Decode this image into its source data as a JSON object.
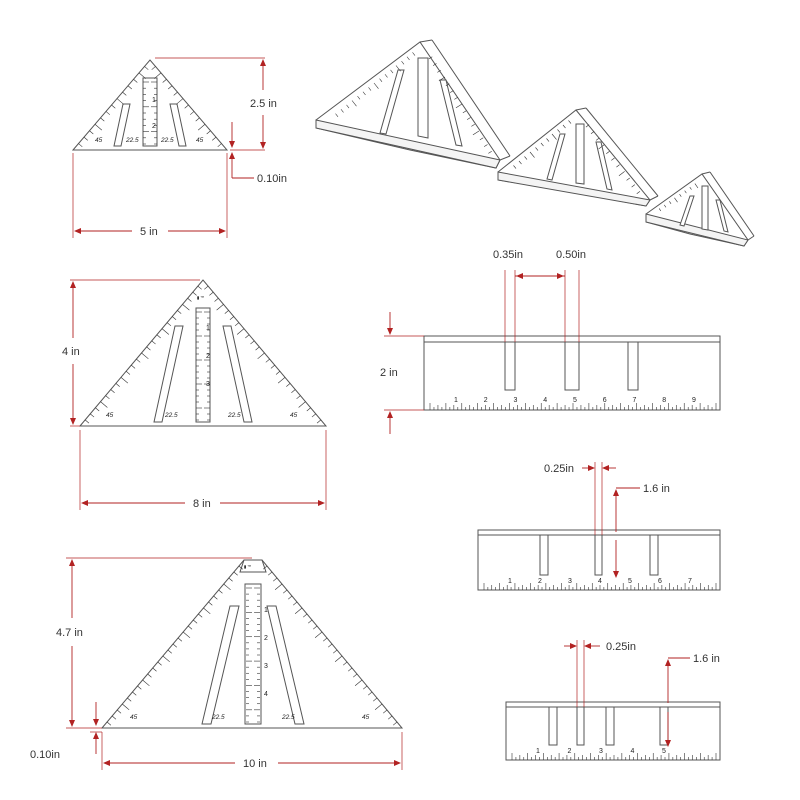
{
  "squares": {
    "small": {
      "height_label": "2.5 in",
      "base_thickness_label": "0.10in",
      "width_label": "5 in",
      "angle_labels": [
        "45",
        "22.5",
        "22.5",
        "45"
      ],
      "scale_numbers": [
        "1",
        "2"
      ]
    },
    "medium": {
      "height_label": "4 in",
      "width_label": "8 in",
      "angle_labels": [
        "45",
        "22.5",
        "22.5",
        "45"
      ],
      "scale_numbers": [
        "1",
        "2",
        "3"
      ]
    },
    "large": {
      "height_label": "4.7 in",
      "base_thickness_label": "0.10in",
      "width_label": "10 in",
      "angle_labels": [
        "45",
        "22.5",
        "22.5",
        "45"
      ],
      "scale_numbers": [
        "1",
        "2",
        "3",
        "4"
      ]
    }
  },
  "side_views": {
    "large": {
      "slot_width_label": "0.35in",
      "slot_gap_label": "0.50in",
      "height_label": "2 in",
      "scale_numbers": [
        "1",
        "2",
        "3",
        "4",
        "5",
        "6",
        "7",
        "8",
        "9"
      ]
    },
    "medium": {
      "slot_width_label": "0.25in",
      "fin_height_label": "1.6 in",
      "scale_numbers": [
        "1",
        "2",
        "3",
        "4",
        "5",
        "6",
        "7"
      ]
    },
    "small": {
      "slot_width_label": "0.25in",
      "fin_height_label": "1.6 in",
      "scale_numbers": [
        "1",
        "2",
        "3",
        "4",
        "5"
      ]
    }
  },
  "colors": {
    "dimension_line": "#b22222",
    "outline": "#555555",
    "background": "#ffffff"
  }
}
